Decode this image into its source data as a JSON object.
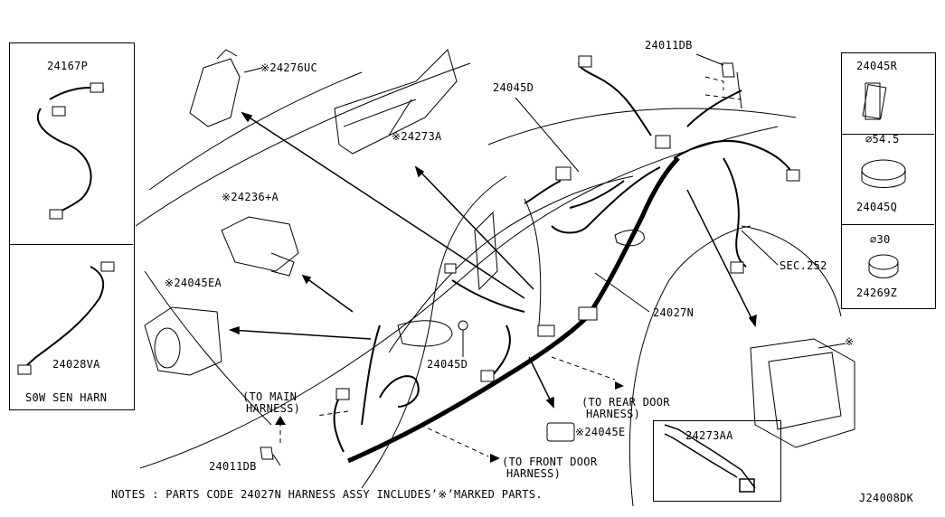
{
  "left_panel": {
    "part_top": "24167P",
    "part_bottom": "24028VA",
    "caption": "S0W SEN HARN"
  },
  "right_panel": {
    "part_1": "24045R",
    "diameter_1": "⌀54.5",
    "part_2": "24045Q",
    "diameter_2": "⌀30",
    "part_3": "24269Z"
  },
  "callouts": {
    "c24276UC": "※24276UC",
    "c24273A": "※24273A",
    "c24236A": "※24236+A",
    "c24045EA": "※24045EA",
    "c24045D_top": "24045D",
    "c24045D_mid": "24045D",
    "c24011DB_top": "24011DB",
    "c24011DB_bottom": "24011DB",
    "c24027N": "24027N",
    "sec252": "SEC.252",
    "c24045E": "※24045E",
    "c24273AA": "24273AA",
    "asterisk": "※"
  },
  "notes": {
    "to_main_1": "(TO MAIN",
    "to_main_2": "HARNESS)",
    "to_rear_1": "(TO REAR DOOR",
    "to_rear_2": "HARNESS)",
    "to_front_1": "(TO FRONT DOOR",
    "to_front_2": "HARNESS)",
    "footnote": "NOTES : PARTS CODE 24027N HARNESS ASSY INCLUDES’※’MARKED PARTS.",
    "diagram_id": "J24008DK"
  }
}
